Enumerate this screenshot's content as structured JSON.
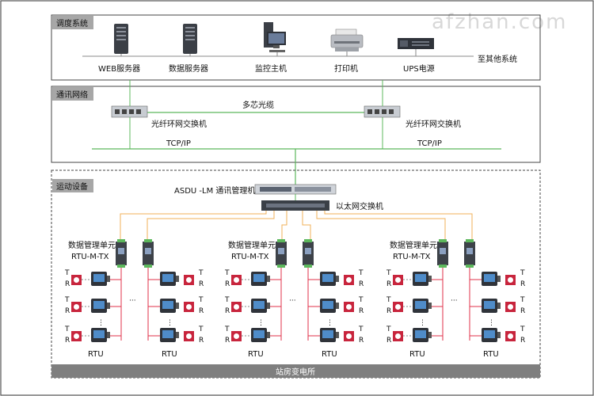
{
  "watermark": "afzhan.com",
  "sections": {
    "dispatch": "调度系统",
    "comm": "通讯网络",
    "field": "运动设备"
  },
  "dispatch_devices": {
    "web_server": "WEB服务器",
    "data_server": "数据服务器",
    "monitor_host": "监控主机",
    "printer": "打印机",
    "ups": "UPS电源",
    "other_system": "至其他系统"
  },
  "comm_labels": {
    "fiber_cable": "多芯光缆",
    "switch_left": "光纤环网交换机",
    "switch_right": "光纤环网交换机",
    "tcpip_left": "TCP/IP",
    "tcpip_right": "TCP/IP"
  },
  "field_labels": {
    "manager": "ASDU -LM 通讯管理机",
    "ethernet_switch": "以太网交换机",
    "dmu_title": "数据管理单元",
    "dmu_model": "RTU-M-TX",
    "rtu": "RTU",
    "t": "T",
    "r": "R",
    "dots": "···",
    "vdots": "⋮"
  },
  "bottom_bar": "站房变电所",
  "colors": {
    "frame": "#555555",
    "section_tab": "#a7a7a7",
    "green_line": "#5cb85c",
    "orange_line": "#f0b05a",
    "red_line": "#e0304a",
    "bottom_bar": "#7f7f7f"
  }
}
